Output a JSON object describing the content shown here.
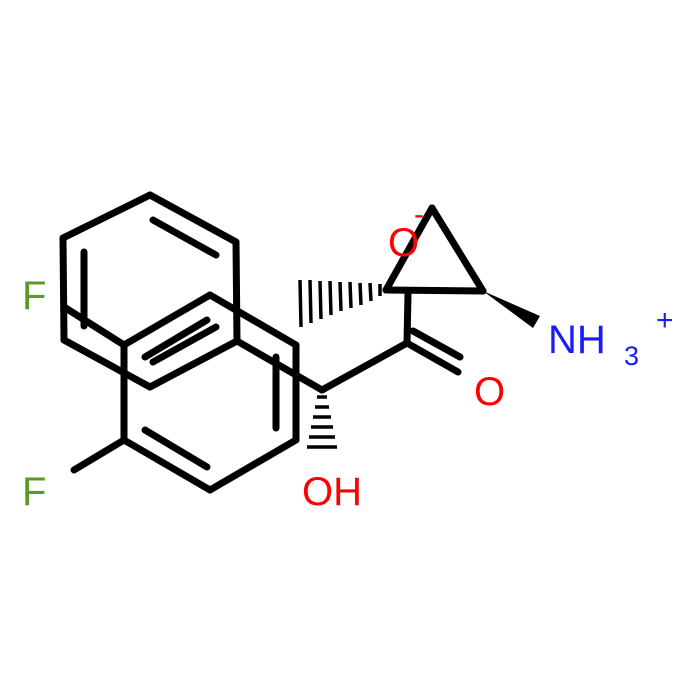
{
  "molecule": {
    "atoms": {
      "F1": {
        "element": "F",
        "color": "#5a9a2a"
      },
      "F2": {
        "element": "F",
        "color": "#5a9a2a"
      },
      "O_carbonyl": {
        "element": "O",
        "color": "#ff0000"
      },
      "O_anion": {
        "element": "O",
        "color": "#ff0000",
        "charge": "-"
      },
      "OH": {
        "element": "OH",
        "color": "#ff0000"
      },
      "N": {
        "element": "NH",
        "subscript": "3",
        "charge": "+",
        "color": "#1a1aff"
      }
    },
    "bond_color": "#000000"
  }
}
